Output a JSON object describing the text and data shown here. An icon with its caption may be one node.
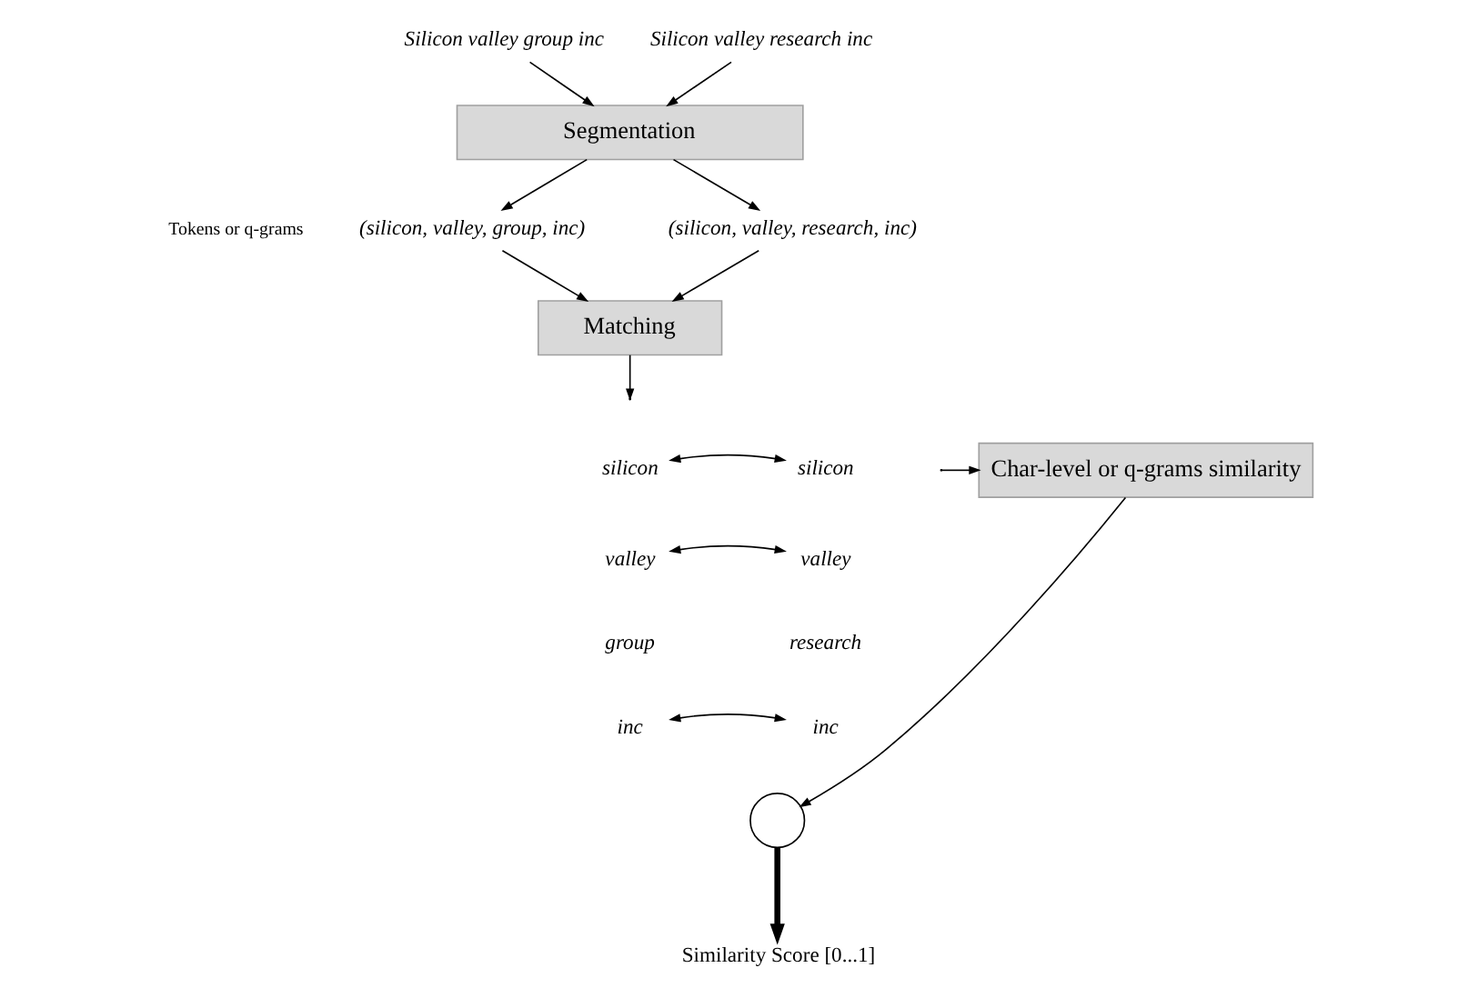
{
  "diagram": {
    "nodes": [
      {
        "text": [
          "Silicon valley group inc"
        ]
      },
      {
        "text": [
          "Silicon valley research inc"
        ]
      },
      {
        "text": [
          "Segmentation"
        ]
      },
      {
        "text": [
          "(silicon, valley, group, inc)"
        ]
      },
      {
        "text": [
          "(silicon, valley, research, inc)"
        ]
      },
      {
        "text": [
          "Matching"
        ]
      },
      {
        "text": [
          "silicon"
        ]
      },
      {
        "text": [
          "silicon"
        ]
      },
      {
        "text": [
          "valley"
        ]
      },
      {
        "text": [
          "valley"
        ]
      },
      {
        "text": [
          "group"
        ]
      },
      {
        "text": [
          "research"
        ]
      },
      {
        "text": [
          "inc"
        ]
      },
      {
        "text": [
          "inc"
        ]
      },
      {
        "text": [
          "Char-level or q-grams similarity"
        ]
      },
      {
        "text": [],
        "shape": "circle"
      },
      {
        "text": [
          "Similarity Score [0...1]"
        ]
      }
    ],
    "edges": [
      {
        "from": 0,
        "to": 2,
        "arrow": "to"
      },
      {
        "from": 1,
        "to": 2,
        "arrow": "to"
      },
      {
        "from": 2,
        "to": 3,
        "arrow": "to"
      },
      {
        "from": 2,
        "to": 4,
        "arrow": "to"
      },
      {
        "from": 3,
        "to": 5,
        "arrow": "to"
      },
      {
        "from": 4,
        "to": 5,
        "arrow": "to"
      },
      {
        "from": 5,
        "to": null,
        "arrow": "to"
      },
      {
        "from": 6,
        "to": 7,
        "arrow": "both"
      },
      {
        "from": 8,
        "to": 9,
        "arrow": "both"
      },
      {
        "from": 12,
        "to": 13,
        "arrow": "both"
      },
      {
        "from": null,
        "to": 14,
        "arrow": "to"
      },
      {
        "from": 14,
        "to": 15,
        "arrow": "to"
      },
      {
        "from": 15,
        "to": 16,
        "arrow": "to",
        "style": "thick"
      }
    ],
    "labels": [
      "Tokens or q-grams"
    ]
  }
}
